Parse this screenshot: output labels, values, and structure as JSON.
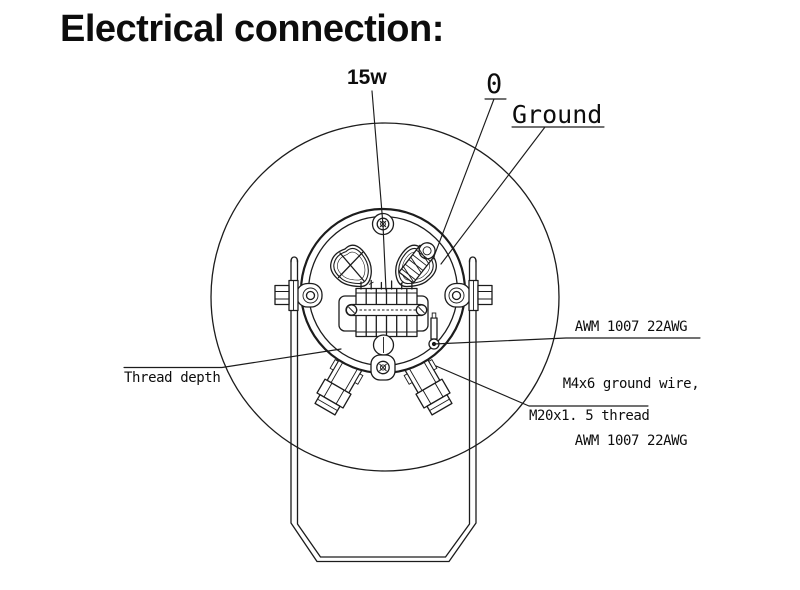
{
  "page": {
    "background": "#ffffff",
    "line_color": "#1c1c1c",
    "text_color": "#0d0d0d"
  },
  "title": "Electrical connection:",
  "diagram": {
    "type": "technical-drawing",
    "subject": "motor junction box rear view with mounting yoke and cable glands",
    "labels": {
      "power": "15w",
      "zero": "0",
      "ground": "Ground",
      "wire_spec_line1": "AWM 1007 22AWG",
      "wire_spec_line2": "M4x6 ground wire,",
      "wire_spec_line3": "AWM 1007 22AWG",
      "thread_depth": "Thread depth",
      "gland_thread": "M20x1. 5 thread"
    }
  }
}
